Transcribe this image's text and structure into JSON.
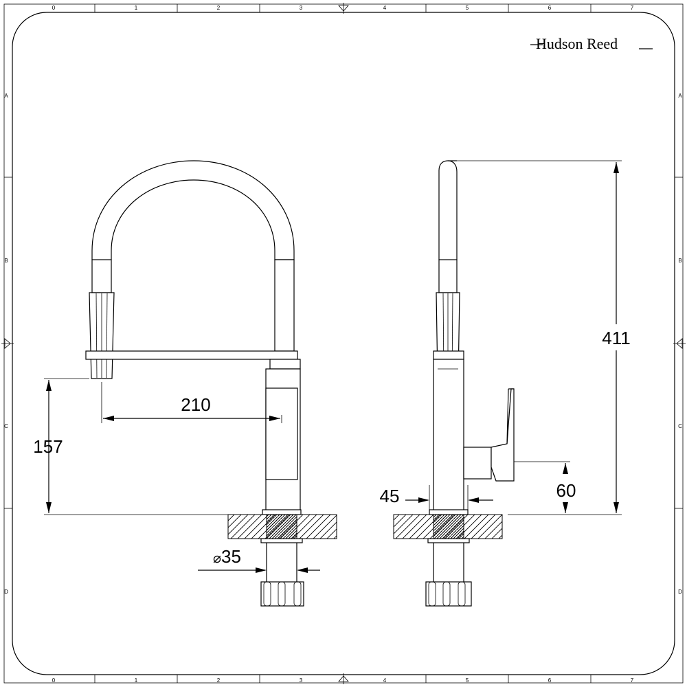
{
  "brand": {
    "name": "Hudson Reed"
  },
  "frame": {
    "columns": [
      "0",
      "1",
      "2",
      "3",
      "4",
      "5",
      "6",
      "7"
    ],
    "rows": [
      "A",
      "B",
      "C",
      "D"
    ]
  },
  "dimensions": {
    "spout_height": "157",
    "spout_reach": "210",
    "tail_diameter": "35",
    "diameter_symbol": "⌀",
    "body_width": "45",
    "handle_height": "60",
    "total_height": "411"
  }
}
